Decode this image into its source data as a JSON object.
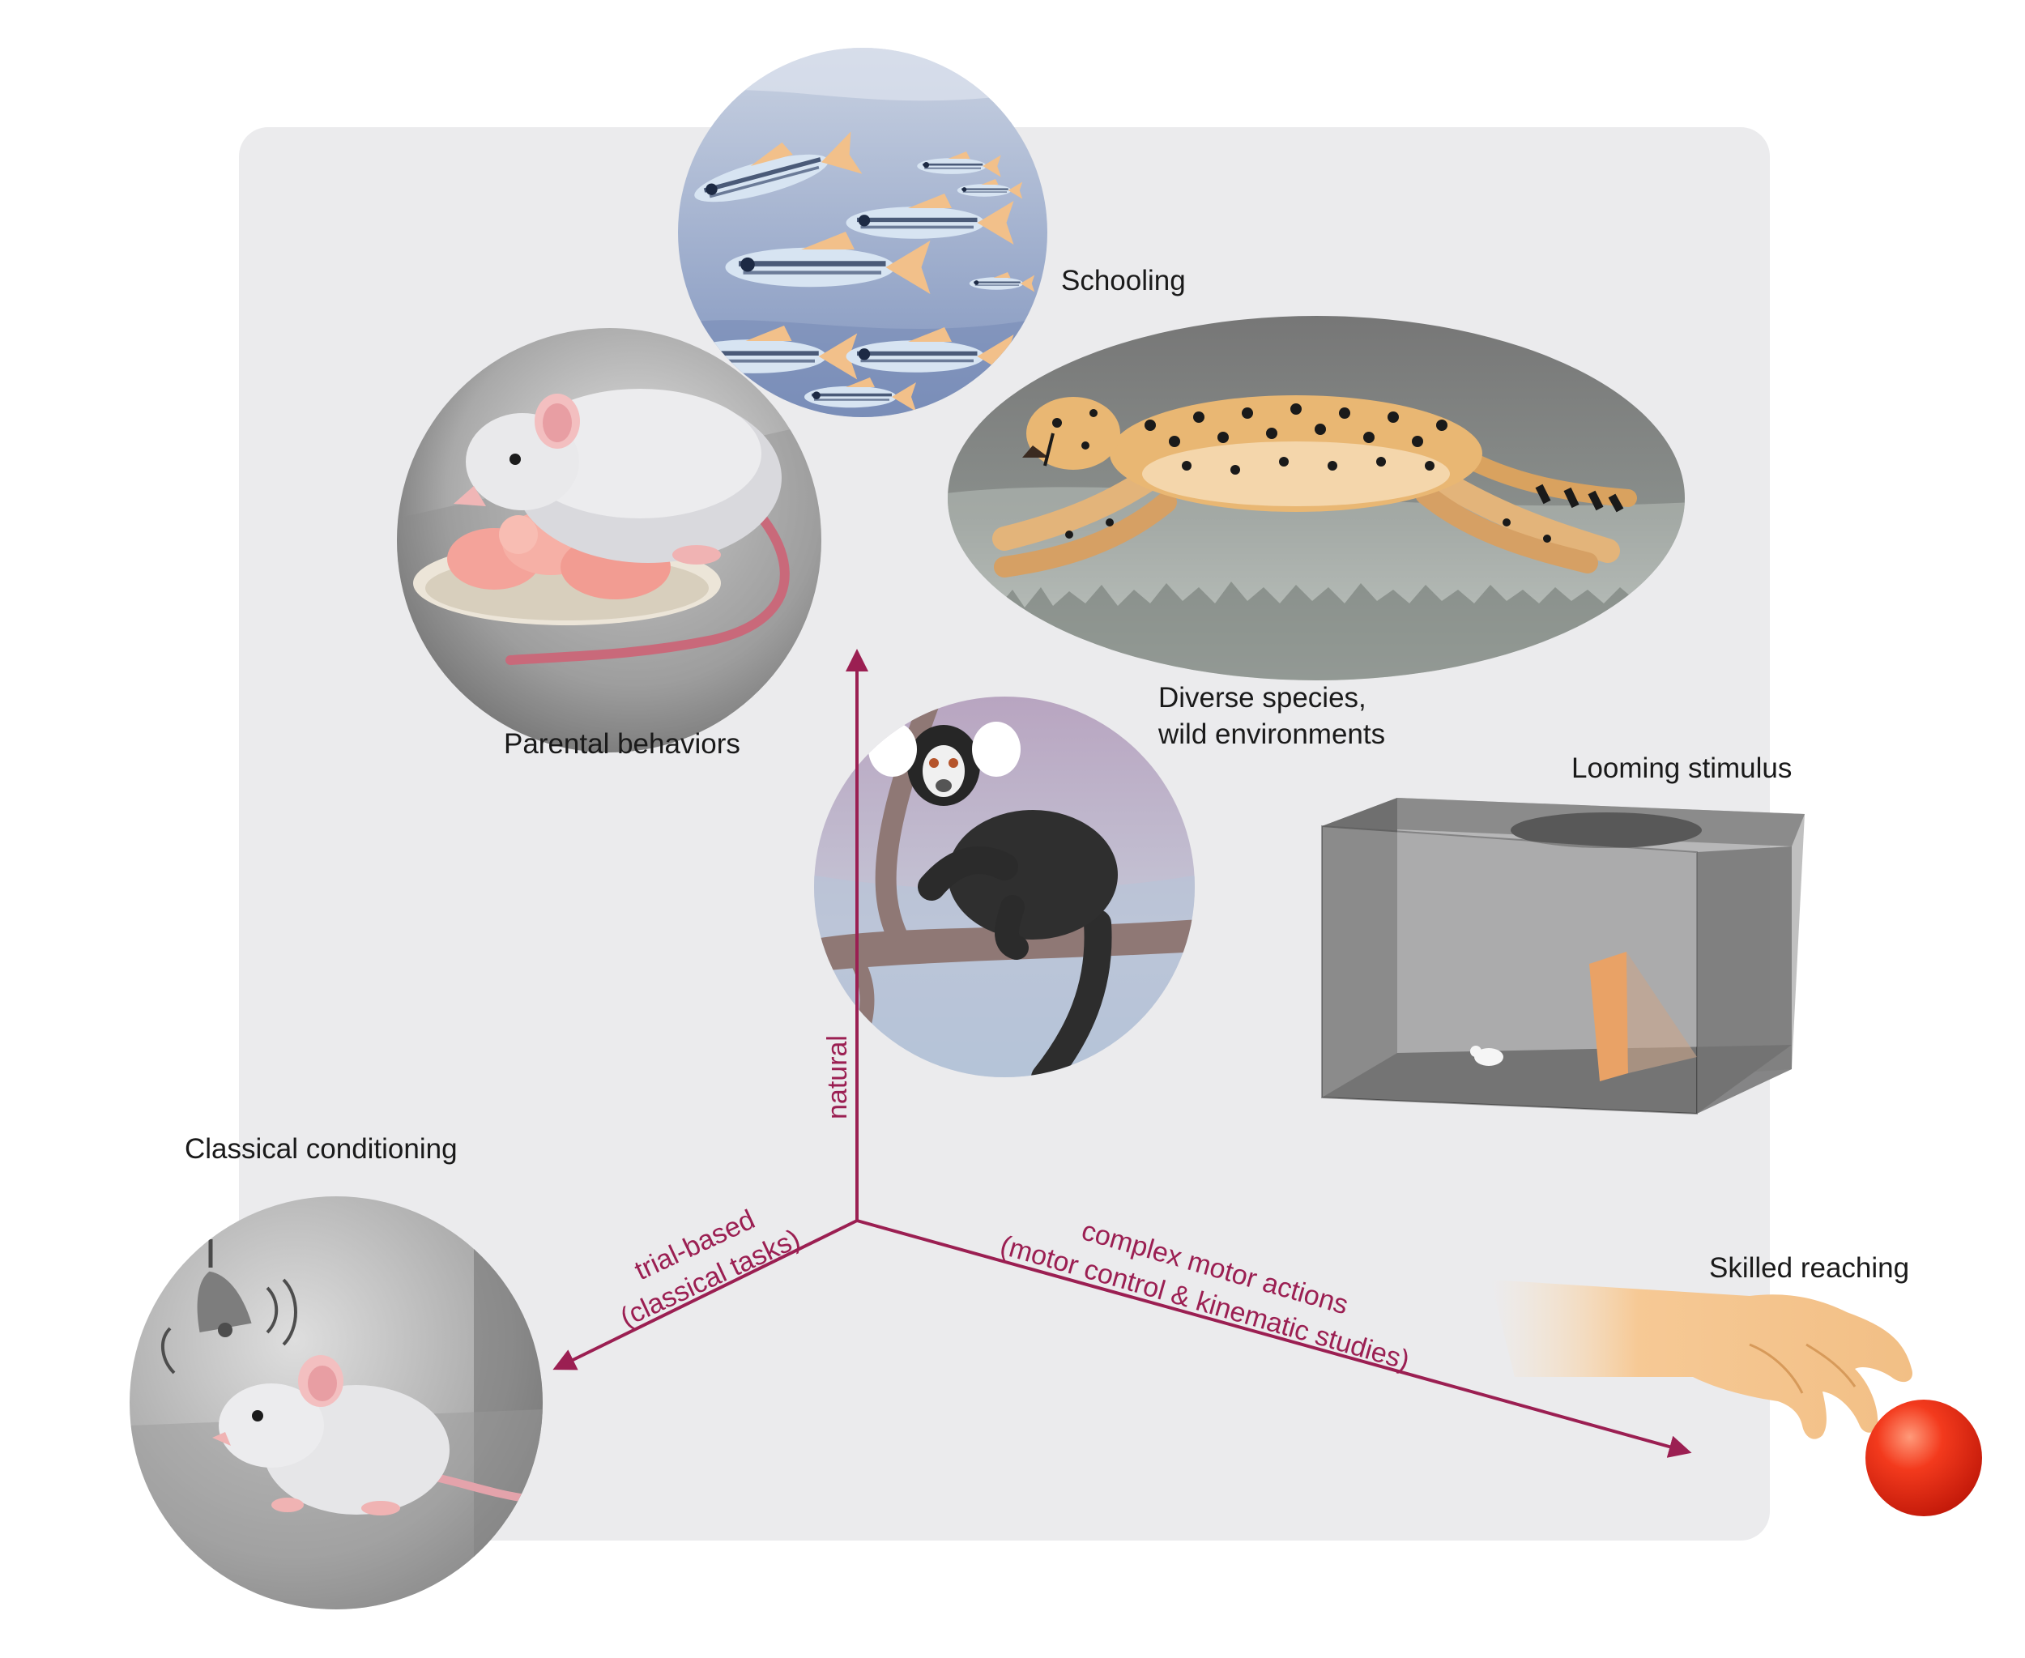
{
  "labels": {
    "schooling": "Schooling",
    "parental": "Parental behaviors",
    "diverse_line1": "Diverse species,",
    "diverse_line2": "wild environments",
    "looming": "Looming stimulus",
    "classical": "Classical conditioning",
    "reaching": "Skilled reaching"
  },
  "axes": {
    "vertical": "natural",
    "left_line1": "trial-based",
    "left_line2": "(classical tasks)",
    "right_line1": "complex motor actions",
    "right_line2": "(motor control & kinematic studies)"
  },
  "colors": {
    "axis": "#9b1f52",
    "panel": "#ebebed",
    "label": "#1a1a1a"
  }
}
